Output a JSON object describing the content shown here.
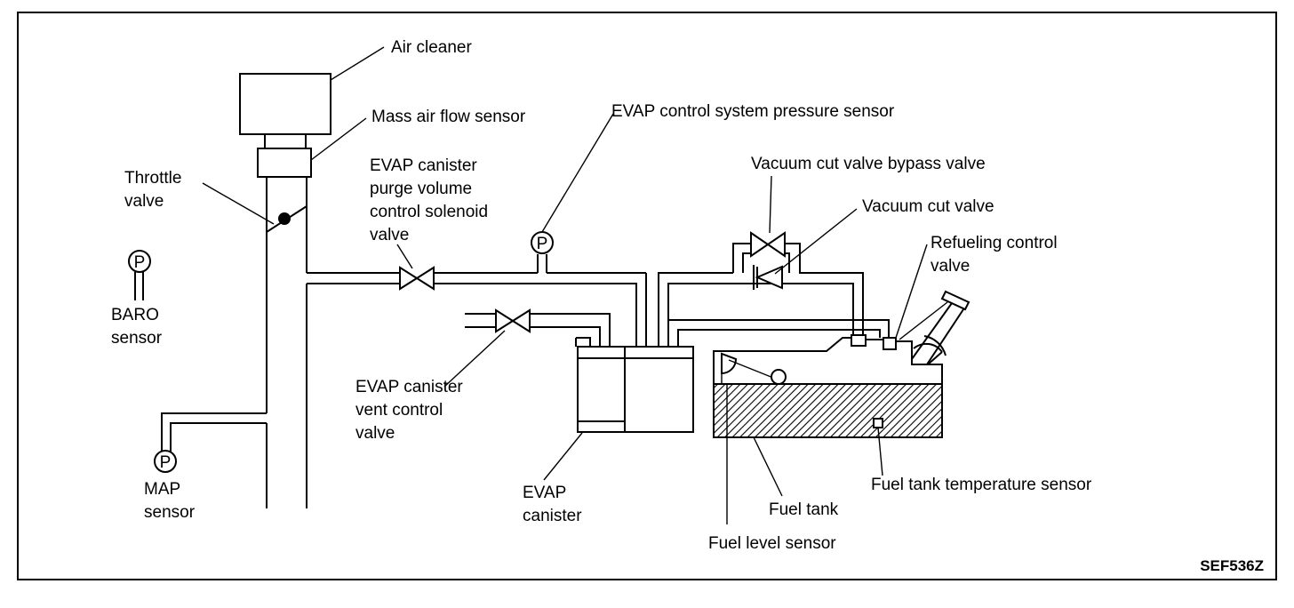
{
  "labels": {
    "air_cleaner": "Air cleaner",
    "maf_sensor": "Mass air flow sensor",
    "throttle_valve": [
      "Throttle",
      "valve"
    ],
    "baro_sensor": [
      "BARO",
      "sensor"
    ],
    "map_sensor": [
      "MAP",
      "sensor"
    ],
    "purge_valve": [
      "EVAP canister",
      "purge volume",
      "control solenoid",
      "valve"
    ],
    "pressure_sensor": "EVAP control system pressure sensor",
    "vent_valve": [
      "EVAP canister",
      "vent control",
      "valve"
    ],
    "canister": [
      "EVAP",
      "canister"
    ],
    "bypass_valve": "Vacuum cut valve bypass valve",
    "vacuum_cut_valve": "Vacuum cut valve",
    "refueling_valve": [
      "Refueling control",
      "valve"
    ],
    "fuel_tank": "Fuel tank",
    "fuel_level_sensor": "Fuel level sensor",
    "tank_temp_sensor": "Fuel tank temperature sensor",
    "pressure_symbol": "P"
  },
  "figure_code": "SEF536Z"
}
